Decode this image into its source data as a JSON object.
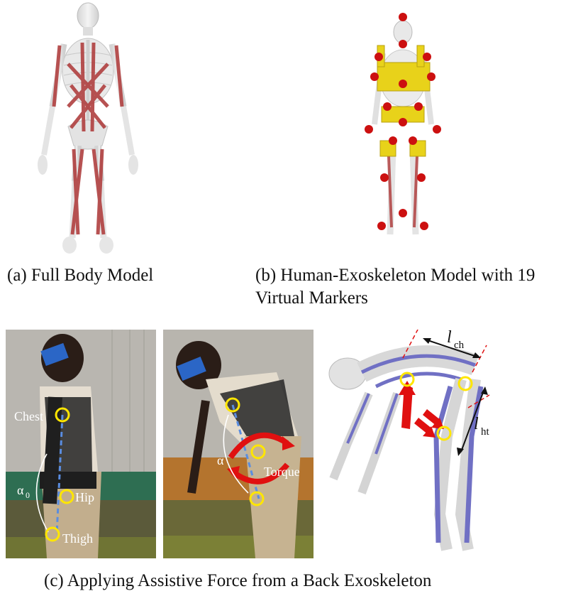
{
  "captions": {
    "a": "(a) Full Body Model",
    "b_line1": "(b) Human-Exoskeleton Model with 19",
    "b_line2": "Virtual Markers",
    "c": "(c) Applying Assistive Force from a Back Exoskeleton"
  },
  "photo1": {
    "labels": {
      "chest": "Chest",
      "hip": "Hip",
      "thigh": "Thigh",
      "alpha0": "α",
      "alpha0_sub": "0"
    }
  },
  "photo2": {
    "labels": {
      "alpha": "α",
      "torque": "Torque"
    }
  },
  "model_c": {
    "labels": {
      "lch": "l",
      "lch_sub": "ch",
      "lht": "l",
      "lht_sub": "ht"
    }
  },
  "colors": {
    "bone": "#e6e6e6",
    "muscle_red": "#b04040",
    "muscle_blue": "#6c6cc0",
    "marker_red": "#cc1010",
    "exo_yellow": "#e8d21a",
    "circle_yellow": "#ffe600",
    "arrow_red": "#e01010",
    "blue_block": "#2b66c6"
  },
  "icons": [
    "skeleton-figure",
    "virtual-marker",
    "joint-circle",
    "force-arrow",
    "face-mask"
  ]
}
